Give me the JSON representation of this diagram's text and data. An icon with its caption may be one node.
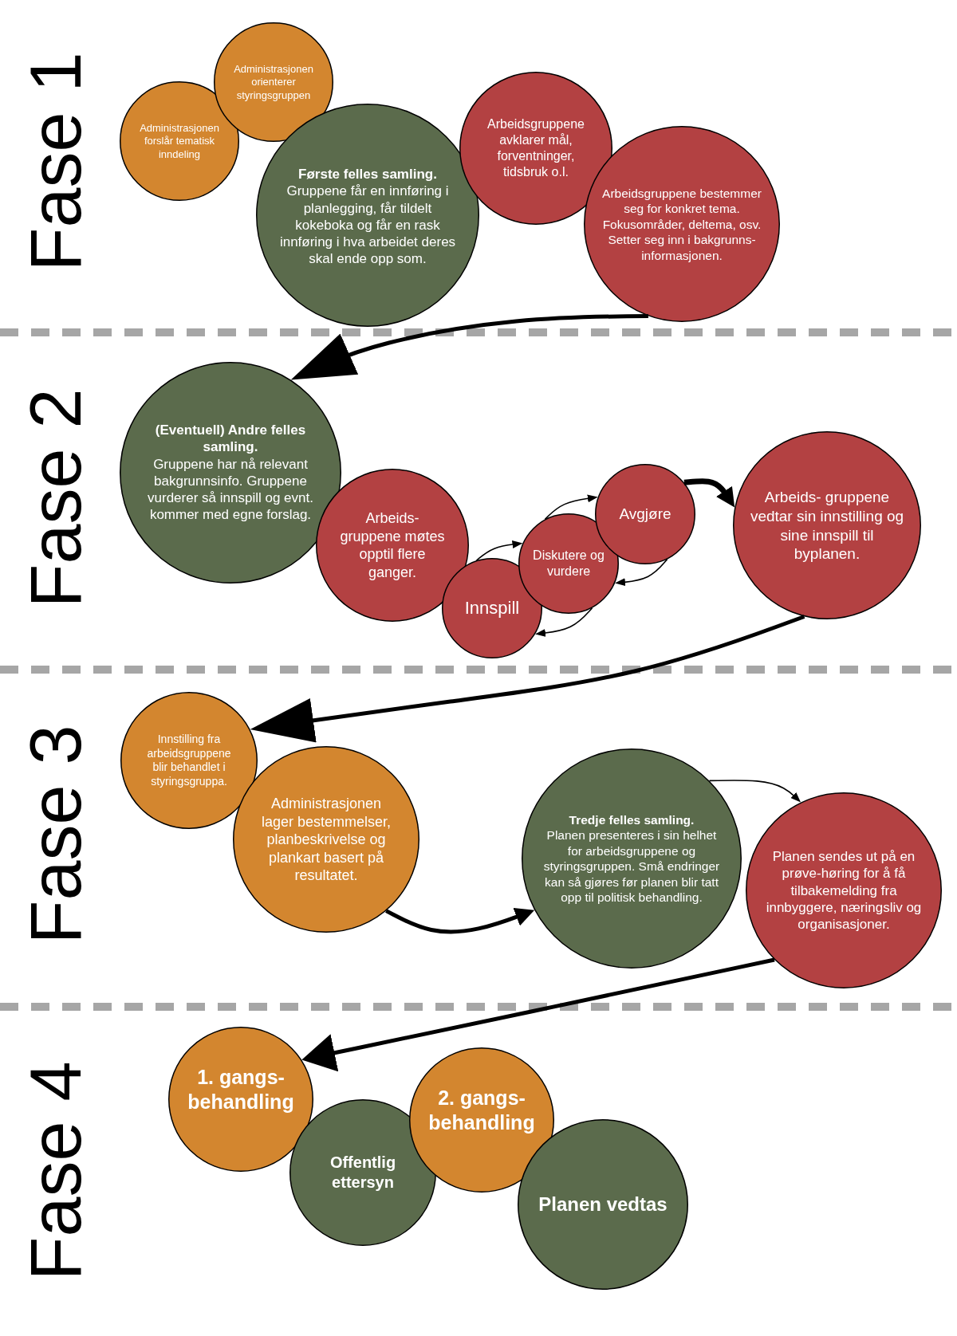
{
  "diagram": {
    "nodes": [
      {
        "text": [
          "Administrasjonen forslår tematisk inndeling"
        ]
      },
      {
        "text": [
          "Administrasjonen orienterer styringsgruppen"
        ]
      },
      {
        "text": [
          "Første felles samling.",
          "Gruppene får en innføring i planlegging, får tildelt kokeboka og får en rask innføring i hva arbeidet deres skal ende opp som."
        ]
      },
      {
        "text": [
          "Arbeidsgruppene avklarer mål, forventninger, tidsbruk o.l."
        ]
      },
      {
        "text": [
          "Arbeidsgruppene bestemmer seg for konkret tema. Fokusområder, deltema, osv. Setter seg inn i bakgrunns- informasjonen."
        ]
      },
      {
        "text": [
          "(Eventuell) Andre felles samling.",
          "Gruppene har nå relevant bakgrunnsinfo. Gruppene vurderer så innspill og evnt. kommer med egne forslag."
        ]
      },
      {
        "text": [
          "Arbeids- gruppene møtes opptil flere ganger."
        ]
      },
      {
        "text": [
          "Innspill"
        ]
      },
      {
        "text": [
          "Diskutere og vurdere"
        ]
      },
      {
        "text": [
          "Avgjøre"
        ]
      },
      {
        "text": [
          "Arbeids- gruppene vedtar sin innstilling og sine innspill til byplanen."
        ]
      },
      {
        "text": [
          "Innstilling fra arbeidsgruppene blir behandlet i styringsgruppa."
        ]
      },
      {
        "text": [
          "Administrasjonen lager bestemmelser, planbeskrivelse og plankart basert på resultatet."
        ]
      },
      {
        "text": [
          "Tredje felles samling.",
          "Planen presenteres i sin helhet for arbeidsgruppene og styringsgruppen. Små endringer kan så gjøres før planen blir tatt opp til politisk behandling."
        ]
      },
      {
        "text": [
          "Planen sendes ut på en prøve-høring for å få tilbakemelding fra innbyggere, næringsliv og organisasjoner."
        ]
      },
      {
        "text": [
          "1. gangs- behandling"
        ]
      },
      {
        "text": [
          "Offentlig ettersyn"
        ]
      },
      {
        "text": [
          "2. gangs- behandling"
        ]
      },
      {
        "text": [
          "Planen vedtas"
        ]
      }
    ],
    "edges": [
      {
        "from": 4,
        "to": 5,
        "arrow": "to",
        "style": "thick"
      },
      {
        "from": 9,
        "to": 10,
        "arrow": "to",
        "style": "thick"
      },
      {
        "from": 7,
        "to": 8,
        "arrow": "to"
      },
      {
        "from": 8,
        "to": 9,
        "arrow": "to"
      },
      {
        "from": 9,
        "to": 8,
        "arrow": "to"
      },
      {
        "from": 8,
        "to": 7,
        "arrow": "to"
      },
      {
        "from": 10,
        "to": 11,
        "arrow": "to",
        "style": "thick"
      },
      {
        "from": 12,
        "to": 13,
        "arrow": "to",
        "style": "thick"
      },
      {
        "from": 13,
        "to": 14,
        "arrow": "to"
      },
      {
        "from": 14,
        "to": 15,
        "arrow": "to",
        "style": "thick"
      }
    ],
    "labels": [
      "Fase 1",
      "Fase 2",
      "Fase 3",
      "Fase 4"
    ]
  }
}
